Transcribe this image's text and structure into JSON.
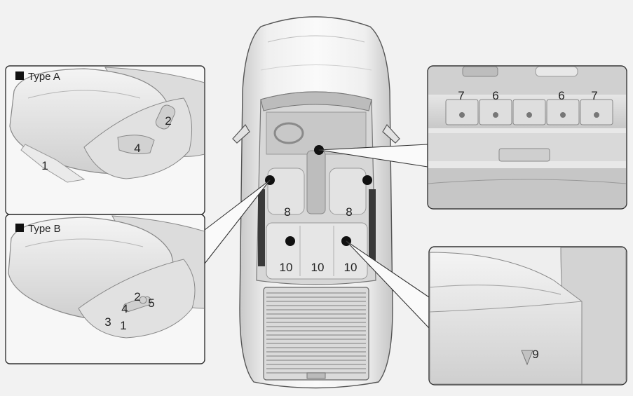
{
  "type_a": {
    "label": "Type A",
    "callouts": [
      "1",
      "2",
      "4"
    ]
  },
  "type_b": {
    "label": "Type B",
    "callouts": [
      "1",
      "2",
      "3",
      "4",
      "5"
    ]
  },
  "console": {
    "callouts": [
      "7",
      "6",
      "6",
      "7"
    ]
  },
  "car": {
    "callouts": [
      "8",
      "8",
      "10",
      "10",
      "10"
    ]
  },
  "rear_seat": {
    "callouts": [
      "9"
    ]
  }
}
